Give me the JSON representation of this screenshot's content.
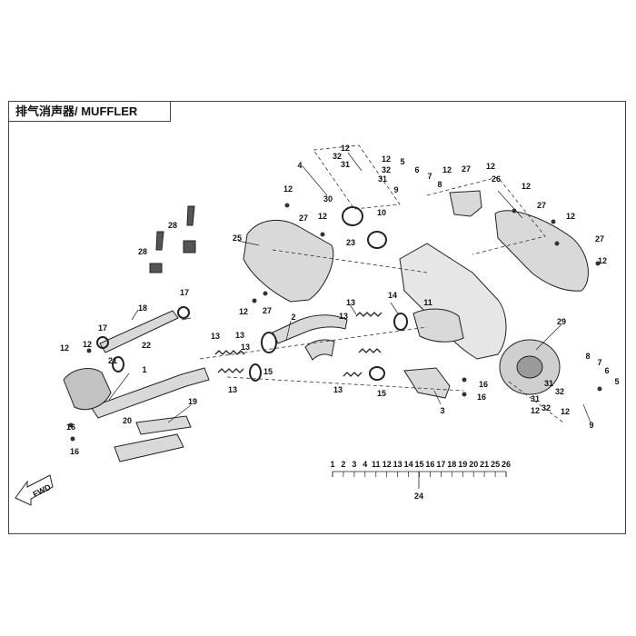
{
  "title": "排气消声器/ MUFFLER",
  "callouts": [
    {
      "id": "c-4",
      "label": "4"
    },
    {
      "id": "c-12-a",
      "label": "12"
    },
    {
      "id": "c-32-a",
      "label": "32"
    },
    {
      "id": "c-31-a",
      "label": "31"
    },
    {
      "id": "c-12-b",
      "label": "12"
    },
    {
      "id": "c-32-b",
      "label": "32"
    },
    {
      "id": "c-31-b",
      "label": "31"
    },
    {
      "id": "c-30",
      "label": "30"
    },
    {
      "id": "c-5-a",
      "label": "5"
    },
    {
      "id": "c-6-a",
      "label": "6"
    },
    {
      "id": "c-7-a",
      "label": "7"
    },
    {
      "id": "c-9-a",
      "label": "9"
    },
    {
      "id": "c-8-a",
      "label": "8"
    },
    {
      "id": "c-12-c",
      "label": "12"
    },
    {
      "id": "c-27-a",
      "label": "27"
    },
    {
      "id": "c-12-d",
      "label": "12"
    },
    {
      "id": "c-26",
      "label": "26"
    },
    {
      "id": "c-12-e",
      "label": "12"
    },
    {
      "id": "c-27-b",
      "label": "27"
    },
    {
      "id": "c-12-f",
      "label": "12"
    },
    {
      "id": "c-12-g",
      "label": "12"
    },
    {
      "id": "c-28-a",
      "label": "28"
    },
    {
      "id": "c-28-b",
      "label": "28"
    },
    {
      "id": "c-27-c",
      "label": "27"
    },
    {
      "id": "c-12-h",
      "label": "12"
    },
    {
      "id": "c-10",
      "label": "10"
    },
    {
      "id": "c-23",
      "label": "23"
    },
    {
      "id": "c-25",
      "label": "25"
    },
    {
      "id": "c-27-d",
      "label": "27"
    },
    {
      "id": "c-12-i",
      "label": "12"
    },
    {
      "id": "c-12-j",
      "label": "12"
    },
    {
      "id": "c-27-e",
      "label": "27"
    },
    {
      "id": "c-17-a",
      "label": "17"
    },
    {
      "id": "c-18",
      "label": "18"
    },
    {
      "id": "c-17-b",
      "label": "17"
    },
    {
      "id": "c-13-a",
      "label": "13"
    },
    {
      "id": "c-14",
      "label": "14"
    },
    {
      "id": "c-2",
      "label": "2"
    },
    {
      "id": "c-11",
      "label": "11"
    },
    {
      "id": "c-13-b",
      "label": "13"
    },
    {
      "id": "c-29",
      "label": "29"
    },
    {
      "id": "c-12-k",
      "label": "12"
    },
    {
      "id": "c-12-l",
      "label": "12"
    },
    {
      "id": "c-22",
      "label": "22"
    },
    {
      "id": "c-21",
      "label": "21"
    },
    {
      "id": "c-1",
      "label": "1"
    },
    {
      "id": "c-13-c",
      "label": "13"
    },
    {
      "id": "c-13-d",
      "label": "13"
    },
    {
      "id": "c-13-e",
      "label": "13"
    },
    {
      "id": "c-15-a",
      "label": "15"
    },
    {
      "id": "c-13-f",
      "label": "13"
    },
    {
      "id": "c-13-g",
      "label": "13"
    },
    {
      "id": "c-15-b",
      "label": "15"
    },
    {
      "id": "c-16-a",
      "label": "16"
    },
    {
      "id": "c-16-b",
      "label": "16"
    },
    {
      "id": "c-3",
      "label": "3"
    },
    {
      "id": "c-8-b",
      "label": "8"
    },
    {
      "id": "c-7-b",
      "label": "7"
    },
    {
      "id": "c-6-b",
      "label": "6"
    },
    {
      "id": "c-5-b",
      "label": "5"
    },
    {
      "id": "c-31-c",
      "label": "31"
    },
    {
      "id": "c-32-c",
      "label": "32"
    },
    {
      "id": "c-31-d",
      "label": "31"
    },
    {
      "id": "c-32-d",
      "label": "32"
    },
    {
      "id": "c-12-m",
      "label": "12"
    },
    {
      "id": "c-12-n",
      "label": "12"
    },
    {
      "id": "c-9-b",
      "label": "9"
    },
    {
      "id": "c-16-c",
      "label": "16"
    },
    {
      "id": "c-16-d",
      "label": "16"
    },
    {
      "id": "c-19",
      "label": "19"
    },
    {
      "id": "c-20",
      "label": "20"
    }
  ],
  "assembly": {
    "members": [
      "1",
      "2",
      "3",
      "4",
      "11",
      "12",
      "13",
      "14",
      "15",
      "16",
      "17",
      "18",
      "19",
      "20",
      "21",
      "25",
      "26"
    ],
    "parent": "24"
  },
  "front_marker": "FWD",
  "colors": {
    "line": "#222222",
    "part_fill": "#d9d9d9",
    "part_dark": "#a8a8a8"
  }
}
